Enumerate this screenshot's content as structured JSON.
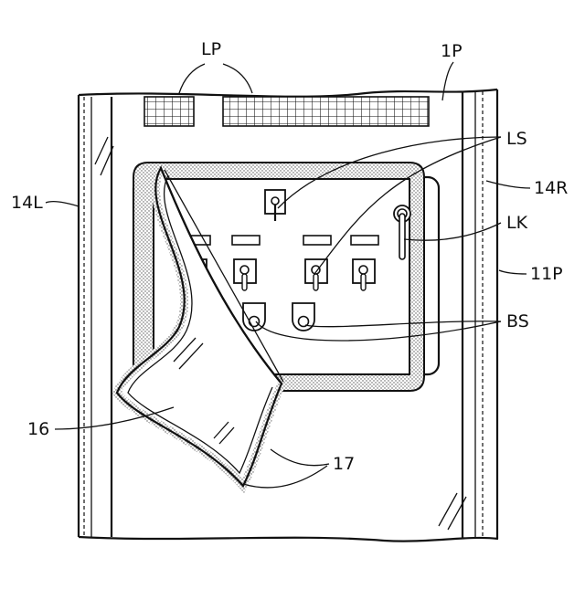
{
  "labels": {
    "lp": "LP",
    "p1": "1P",
    "ls": "LS",
    "l14r": "14R",
    "l14l": "14L",
    "lk": "LK",
    "p11": "11P",
    "bs": "BS",
    "n16": "16",
    "n17": "17"
  }
}
